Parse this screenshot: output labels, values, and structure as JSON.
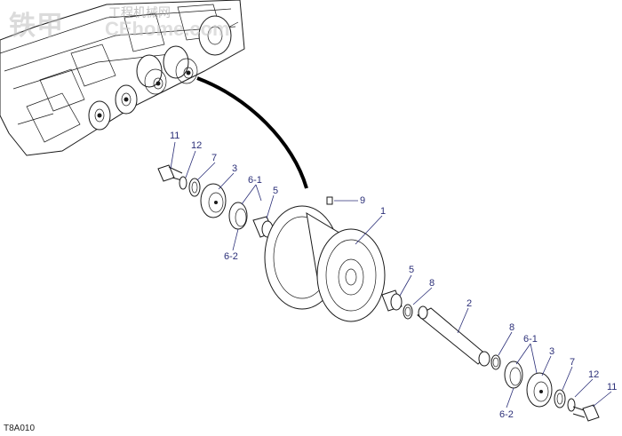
{
  "watermark": {
    "brand": "铁甲",
    "subtitle": "工程机械网",
    "url": "CEhome.com"
  },
  "figure_code": "T8A010",
  "part_labels": [
    "11",
    "12",
    "7",
    "3",
    "6-1",
    "5",
    "6-2",
    "9",
    "1",
    "5",
    "8",
    "2",
    "8",
    "6-1",
    "3",
    "7",
    "12",
    "11",
    "6-2"
  ]
}
